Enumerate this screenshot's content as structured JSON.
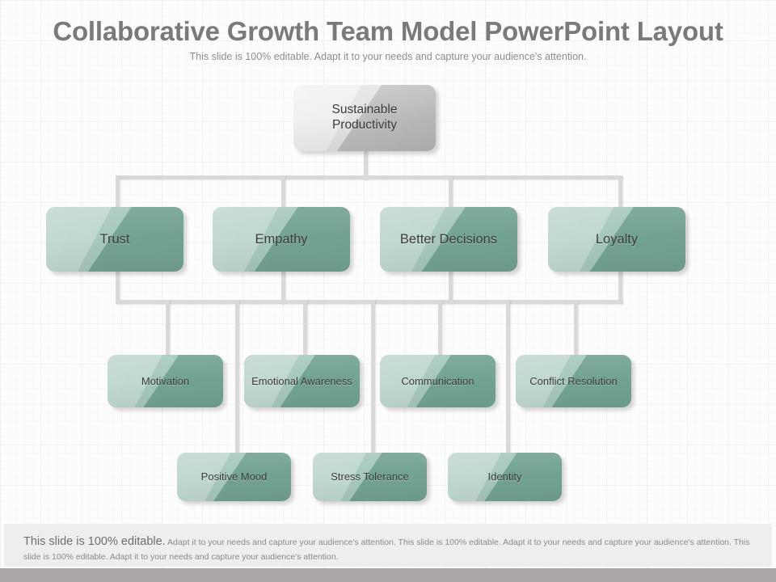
{
  "slide": {
    "title": "Collaborative Growth Team Model PowerPoint Layout",
    "subtitle": "This slide is 100% editable.  Adapt it to your needs and capture your audience's attention.",
    "accent_green_light": "#a5c8bb",
    "accent_green_dark": "#71a290",
    "accent_gray_light": "#e6e6e6",
    "accent_gray_dark": "#b4b4b4",
    "connector_color": "#d9d9d9",
    "bottom_bar_color": "#aaa7a6"
  },
  "diagram": {
    "root": {
      "label": "Sustainable Productivity"
    },
    "level2": [
      {
        "label": "Trust"
      },
      {
        "label": "Empathy"
      },
      {
        "label": "Better Decisions"
      },
      {
        "label": "Loyalty"
      }
    ],
    "level3": [
      {
        "label": "Motivation"
      },
      {
        "label": "Emotional Awareness"
      },
      {
        "label": "Communication"
      },
      {
        "label": "Conflict Resolution"
      }
    ],
    "level4": [
      {
        "label": "Positive Mood"
      },
      {
        "label": "Stress Tolerance"
      },
      {
        "label": "Identity"
      }
    ]
  },
  "footer": {
    "lead": "This slide is 100% editable.",
    "body": " Adapt it to your needs and capture your audience's attention. This slide is 100% editable. Adapt it to your needs and capture your audience's attention. This slide is 100% editable. Adapt it to your needs and capture your audience's attention."
  }
}
